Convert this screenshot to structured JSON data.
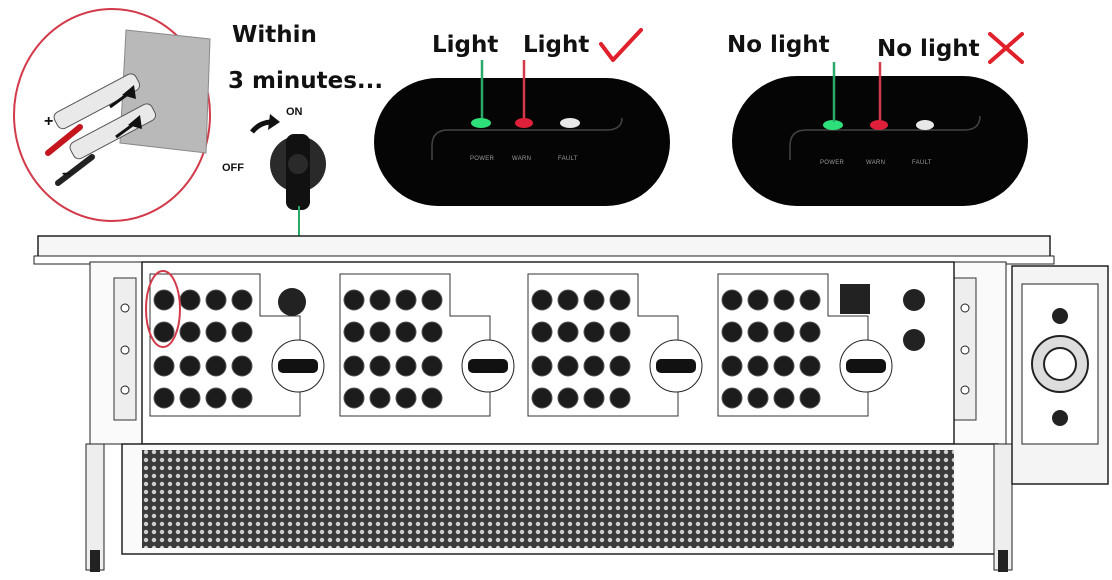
{
  "instructions": {
    "within_line1": "Within",
    "within_line2": "3 minutes..."
  },
  "switch": {
    "on_label": "ON",
    "off_label": "OFF"
  },
  "cable": {
    "plus_sign": "+",
    "minus_sign": "−"
  },
  "panel_good": {
    "led_labels": [
      "POWER",
      "WARN",
      "FAULT"
    ],
    "label_power": "Light",
    "label_warn": "Light",
    "verdict_icon": "check-icon",
    "verdict_color": "#e0202a",
    "led_colors": [
      "#2ee07a",
      "#e0203a",
      "#e8e8e8"
    ]
  },
  "panel_bad": {
    "led_labels": [
      "POWER",
      "WARN",
      "FAULT"
    ],
    "label_power": "No light",
    "label_warn": "No light",
    "verdict_icon": "cross-icon",
    "verdict_color": "#e0202a",
    "led_colors": [
      "#2ee07a",
      "#e0203a",
      "#e8e8e8"
    ]
  },
  "colors": {
    "highlight_circle": "#d23a4a",
    "green_line": "#2aa86a"
  }
}
